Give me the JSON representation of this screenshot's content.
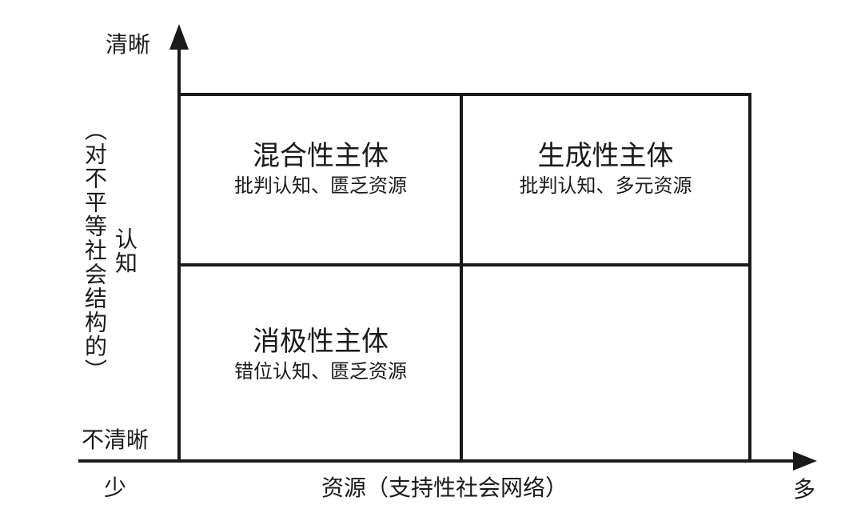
{
  "y_axis": {
    "top_label": "清晰",
    "bottom_label": "不清晰",
    "title": "认知",
    "subtitle": "（对不平等社会结构的）"
  },
  "x_axis": {
    "left_label": "少",
    "right_label": "多",
    "title": "资源（支持性社会网络）"
  },
  "quadrants": {
    "top_left": {
      "title": "混合性主体",
      "subtitle": "批判认知、匮乏资源"
    },
    "top_right": {
      "title": "生成性主体",
      "subtitle": "批判认知、多元资源"
    },
    "bottom_left": {
      "title": "消极性主体",
      "subtitle": "错位认知、匮乏资源"
    },
    "bottom_right": {
      "title": "",
      "subtitle": ""
    }
  },
  "colors": {
    "line": "#1a1a1a",
    "background": "#ffffff"
  }
}
